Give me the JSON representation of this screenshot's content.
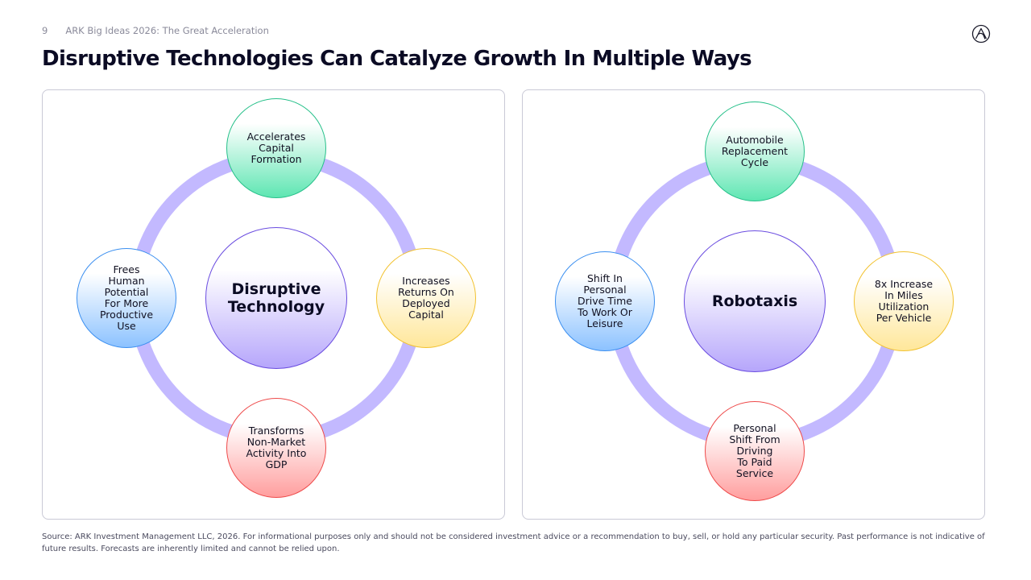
{
  "header": {
    "page_number": "9",
    "deck_title": "ARK Big Ideas 2026: The Great Acceleration",
    "logo_icon": "ark-logo-icon"
  },
  "title": "Disruptive Technologies Can Catalyze Growth In Multiple Ways",
  "colors": {
    "ring": "#c3b9ff",
    "green": "#27c08a",
    "yellow": "#f2c230",
    "red": "#ee4a4a",
    "blue": "#3b8ff0",
    "purple": "#6a4ce0"
  },
  "diagrams": {
    "left": {
      "center": "Disruptive\nTechnology",
      "top": "Accelerates\nCapital\nFormation",
      "right": "Increases\nReturns On\nDeployed\nCapital",
      "bottom": "Transforms\nNon-Market\nActivity Into\nGDP",
      "left": "Frees\nHuman\nPotential\nFor More\nProductive\nUse"
    },
    "right": {
      "center": "Robotaxis",
      "top": "Automobile\nReplacement\nCycle",
      "right": "8x Increase\nIn Miles\nUtilization\nPer Vehicle",
      "bottom": "Personal\nShift From\nDriving\nTo Paid\nService",
      "left": "Shift In\nPersonal\nDrive Time\nTo Work Or\nLeisure"
    }
  },
  "footnote": "Source: ARK Investment Management LLC, 2026. For informational purposes only and should not be considered investment advice or a recommendation to buy, sell, or hold any particular security. Past performance is not indicative of future results. Forecasts are inherently limited and cannot be relied upon."
}
